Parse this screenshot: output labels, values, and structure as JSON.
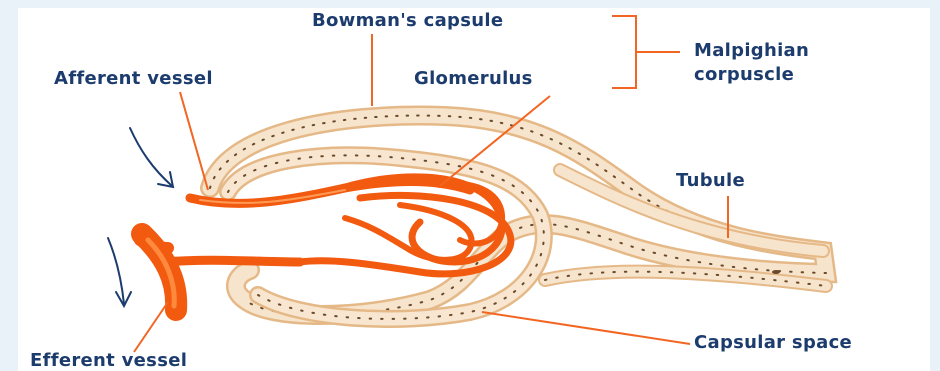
{
  "labels": {
    "bowmans_capsule": "Bowman's capsule",
    "afferent_vessel": "Afferent vessel",
    "glomerulus": "Glomerulus",
    "malpighian_line1": "Malpighian",
    "malpighian_line2": "corpuscle",
    "tubule": "Tubule",
    "capsular_space": "Capsular space",
    "efferent_vessel": "Efferent vessel"
  },
  "colors": {
    "label_text": "#1d3c6e",
    "leader_line": "#f26522",
    "vessel": "#f25a0f",
    "vessel_highlight": "#ff8a3d",
    "capsule_wall": "#f4dcc0",
    "capsule_edge": "#e5b987",
    "capsule_dots": "#6a4a2a",
    "flow_arrow": "#1d3c6e",
    "background": "#ffffff"
  }
}
